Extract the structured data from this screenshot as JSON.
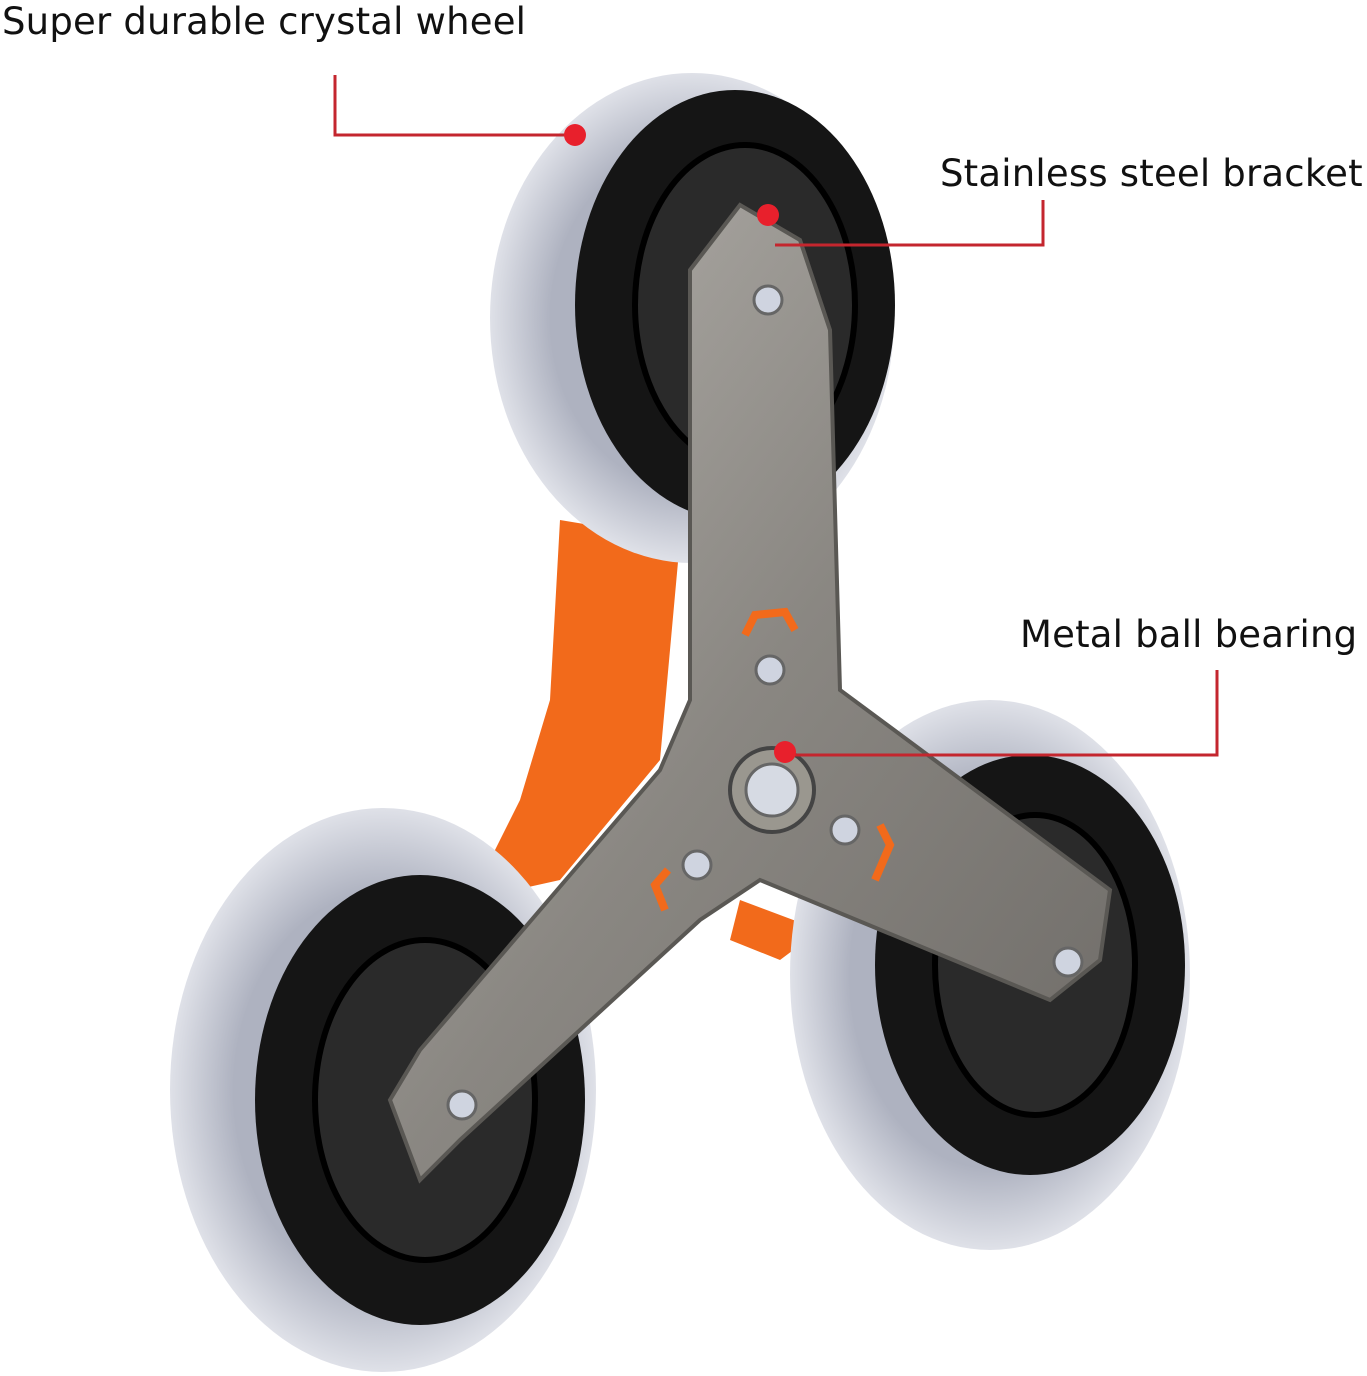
{
  "callouts": {
    "wheel": "Super durable crystal wheel",
    "bracket": "Stainless steel bracket",
    "bearing": "Metal ball bearing"
  },
  "colors": {
    "callout_line": "#c4262e",
    "callout_dot": "#e8202c",
    "bracket": "#8f8c88",
    "body": "#f26a1b",
    "hub": "#1a1a1a",
    "tire": "#c9ccd6"
  }
}
